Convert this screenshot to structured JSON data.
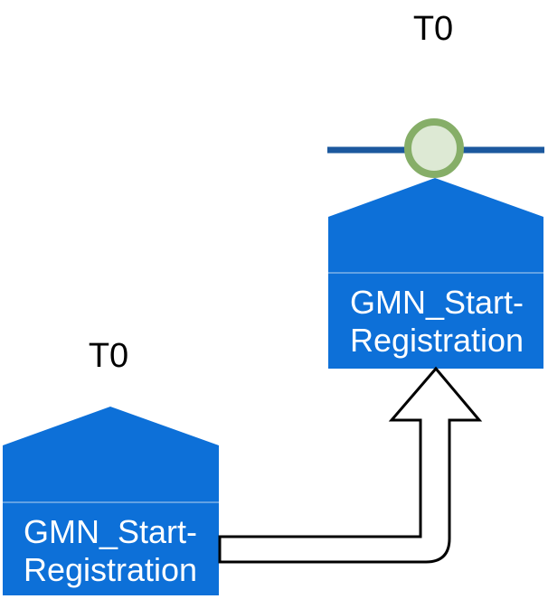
{
  "diagram": {
    "type": "event-timeline-diagram",
    "left_event": {
      "time_label": "T0",
      "name_line1": "GMN_Start-",
      "name_line2": "Registration"
    },
    "right_event": {
      "time_label": "T0",
      "name_line1": "GMN_Start-",
      "name_line2": "Registration"
    },
    "connector": {
      "style": "elbow-arrow",
      "from": "left_event",
      "to": "right_event"
    },
    "colors": {
      "background": "#ffffff",
      "block_fill": "#0d70d8",
      "block_divider": "#7fb3e8",
      "block_text": "#ffffff",
      "timeline_line": "#1b589e",
      "marker_ring": "#86ae68",
      "marker_fill": "#dde9d4",
      "arrow_fill": "#ffffff",
      "arrow_stroke": "#000000",
      "time_label_color": "#000000"
    }
  }
}
